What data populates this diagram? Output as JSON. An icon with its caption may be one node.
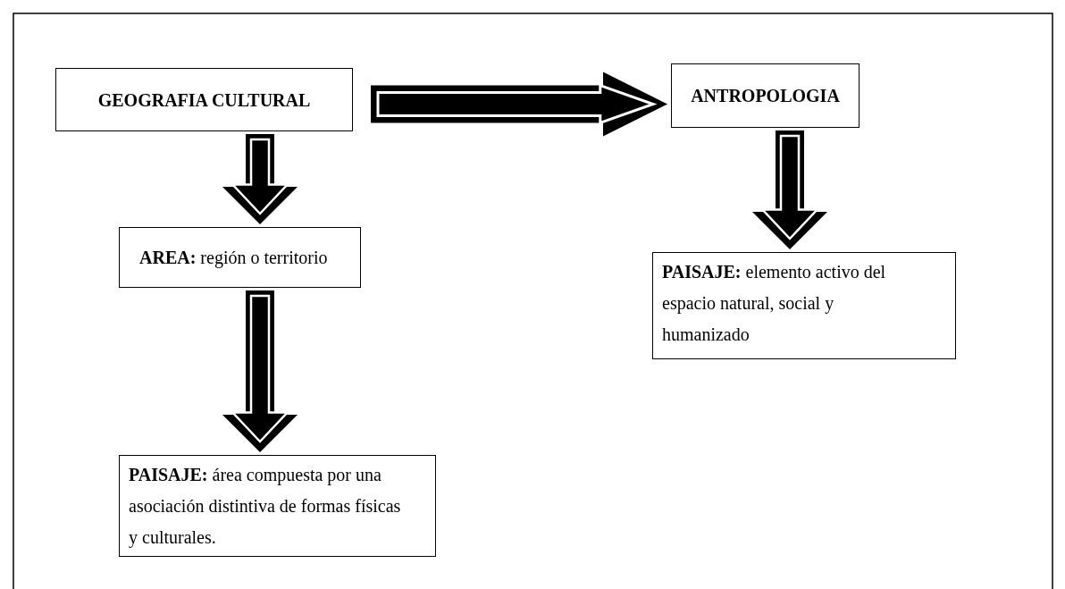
{
  "diagram": {
    "nodes": [
      {
        "text": [
          "GEOGRAFIA CULTURAL"
        ]
      },
      {
        "text": [
          "ANTROPOLOGIA"
        ]
      },
      {
        "text": [
          "**AREA:** región o territorio"
        ]
      },
      {
        "text": [
          "**PAISAJE:** elemento activo del espacio natural, social y humanizado"
        ]
      },
      {
        "text": [
          "**PAISAJE:** área compuesta por una asociación distintiva de formas físicas y culturales."
        ]
      }
    ],
    "edges": [
      {
        "from": 0,
        "to": 1,
        "arrow": "to",
        "style": "thick"
      },
      {
        "from": 0,
        "to": 2,
        "arrow": "to",
        "style": "thick"
      },
      {
        "from": 2,
        "to": 4,
        "arrow": "to",
        "style": "thick"
      },
      {
        "from": 1,
        "to": 3,
        "arrow": "to",
        "style": "thick"
      }
    ]
  }
}
